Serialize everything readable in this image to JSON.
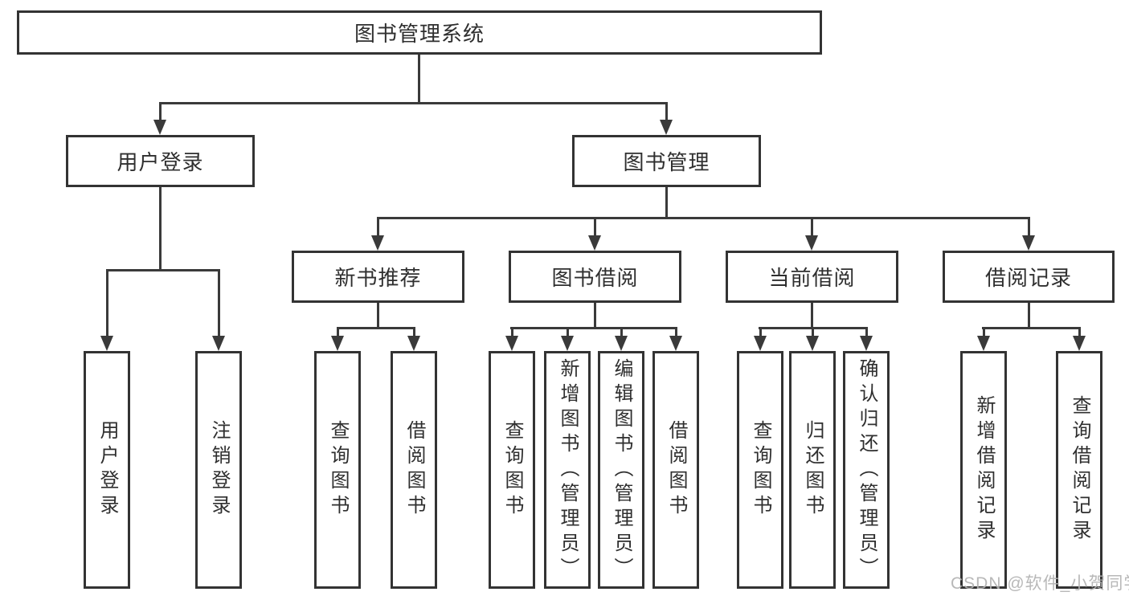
{
  "diagram": {
    "tree": {
      "root": {
        "label": "图书管理系统"
      },
      "branches": [
        {
          "label": "用户登录",
          "children": [
            {
              "label": "用户登录"
            },
            {
              "label": "注销登录"
            }
          ]
        },
        {
          "label": "图书管理",
          "children": [
            {
              "label": "新书推荐",
              "children": [
                {
                  "label": "查询图书"
                },
                {
                  "label": "借阅图书"
                }
              ]
            },
            {
              "label": "图书借阅",
              "children": [
                {
                  "label": "查询图书"
                },
                {
                  "label": "新增图书（管理员）"
                },
                {
                  "label": "编辑图书（管理员）"
                },
                {
                  "label": "借阅图书"
                }
              ]
            },
            {
              "label": "当前借阅",
              "children": [
                {
                  "label": "查询图书"
                },
                {
                  "label": "归还图书"
                },
                {
                  "label": "确认归还（管理员）"
                }
              ]
            },
            {
              "label": "借阅记录",
              "children": [
                {
                  "label": "新增借阅记录"
                },
                {
                  "label": "查询借阅记录"
                }
              ]
            }
          ]
        }
      ]
    },
    "colors": {
      "line": "#3a3a3a",
      "box_border": "#333333",
      "text": "#2f2f2f",
      "watermark": "#b3b3b3",
      "background": "#ffffff"
    }
  },
  "watermark": {
    "text": "CSDN @软件_小贺同学"
  }
}
